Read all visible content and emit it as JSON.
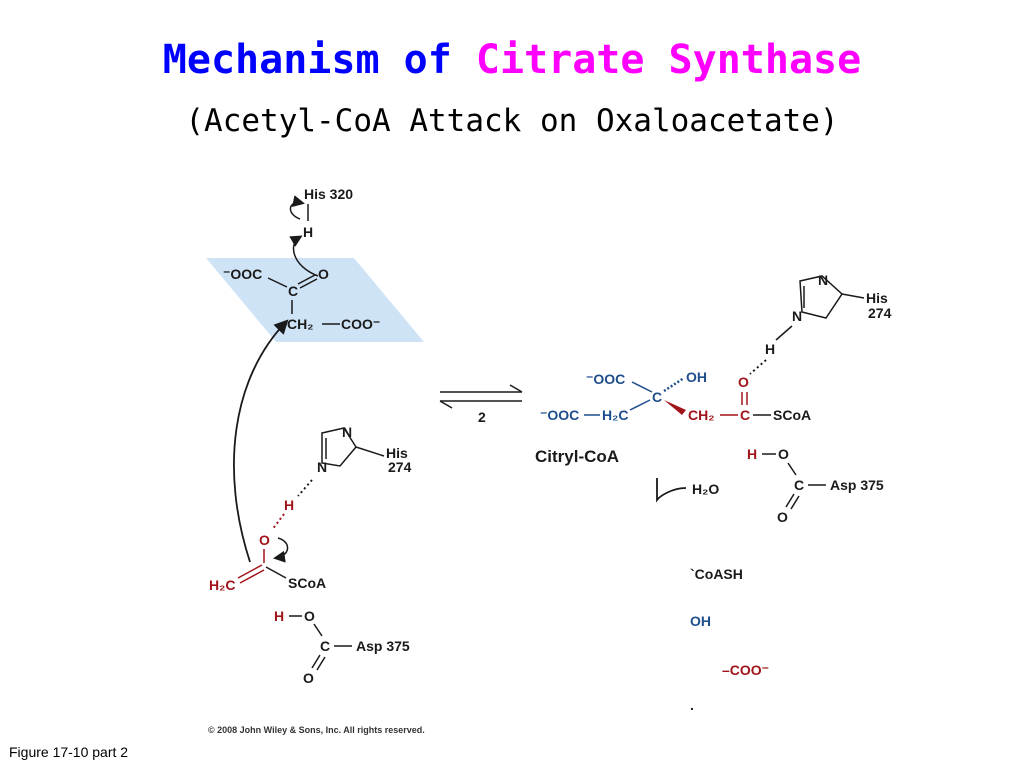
{
  "header": {
    "title_part1": "Mechanism of ",
    "title_part2": "Citrate Synthase",
    "subtitle": "(Acetyl-CoA Attack on Oxaloacetate)"
  },
  "colors": {
    "title_blue": "#0000ff",
    "title_pink": "#ff00ff",
    "red": "#a0141a",
    "blue": "#1f4e8c",
    "plane": "#cfe3f6"
  },
  "oxaloacetate": {
    "his_label": "His 320",
    "h": "H",
    "ooc": "⁻OOC",
    "c": "C",
    "o": "O",
    "ch2": "CH₂",
    "coo": "COO⁻"
  },
  "enolate": {
    "n": "N",
    "n_h": "N",
    "his_line1": "His",
    "his_line2": "274",
    "h": "H",
    "o": "O",
    "h2c": "H₂C",
    "scoa": "SCoA",
    "asp_h": "H",
    "asp_o": "O",
    "asp_c": "C",
    "asp_label": "Asp 375",
    "asp_o2": "O"
  },
  "arrow": {
    "step": "2"
  },
  "citryl": {
    "n": "N",
    "n_h": "N",
    "his_line1": "His",
    "his_line2": "274",
    "h": "H",
    "ooc_top": "⁻OOC",
    "oh": "OH",
    "c": "C",
    "ooc_left": "⁻OOC",
    "h2c": "H₂C",
    "ch2": "CH₂",
    "c2": "C",
    "o": "O",
    "scoa": "SCoA",
    "name": "Citryl-CoA",
    "asp_h": "H",
    "asp_o": "O",
    "asp_c": "C",
    "asp_label": "Asp 375",
    "asp_o2": "O",
    "h2o": "H₂O"
  },
  "fragments": {
    "coash": "`CoASH",
    "oh": "OH",
    "coo": "–COO⁻",
    "dot": "."
  },
  "copyright": "© 2008 John Wiley & Sons, Inc. All rights reserved.",
  "figure_caption": "Figure 17-10 part 2"
}
